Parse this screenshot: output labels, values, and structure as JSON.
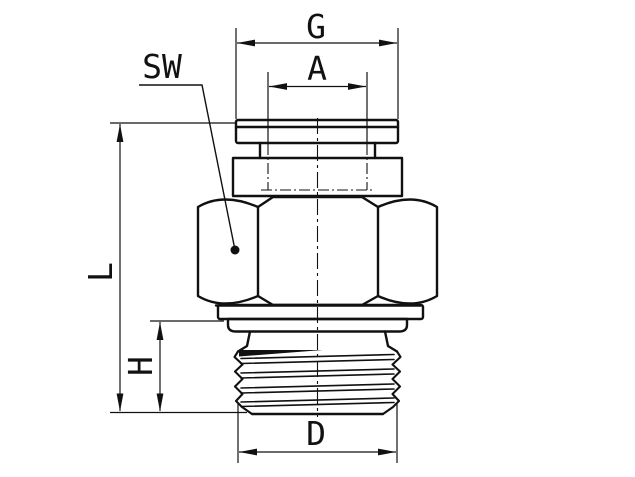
{
  "page": {
    "background_color": "#ffffff",
    "line_color": "#111111",
    "description": "Technical dimension drawing of a straight male push-in fitting with hex body and threaded stud"
  },
  "drawing": {
    "labels": {
      "g": "G",
      "a": "A",
      "sw": "SW",
      "l": "L",
      "h": "H",
      "d": "D"
    }
  }
}
